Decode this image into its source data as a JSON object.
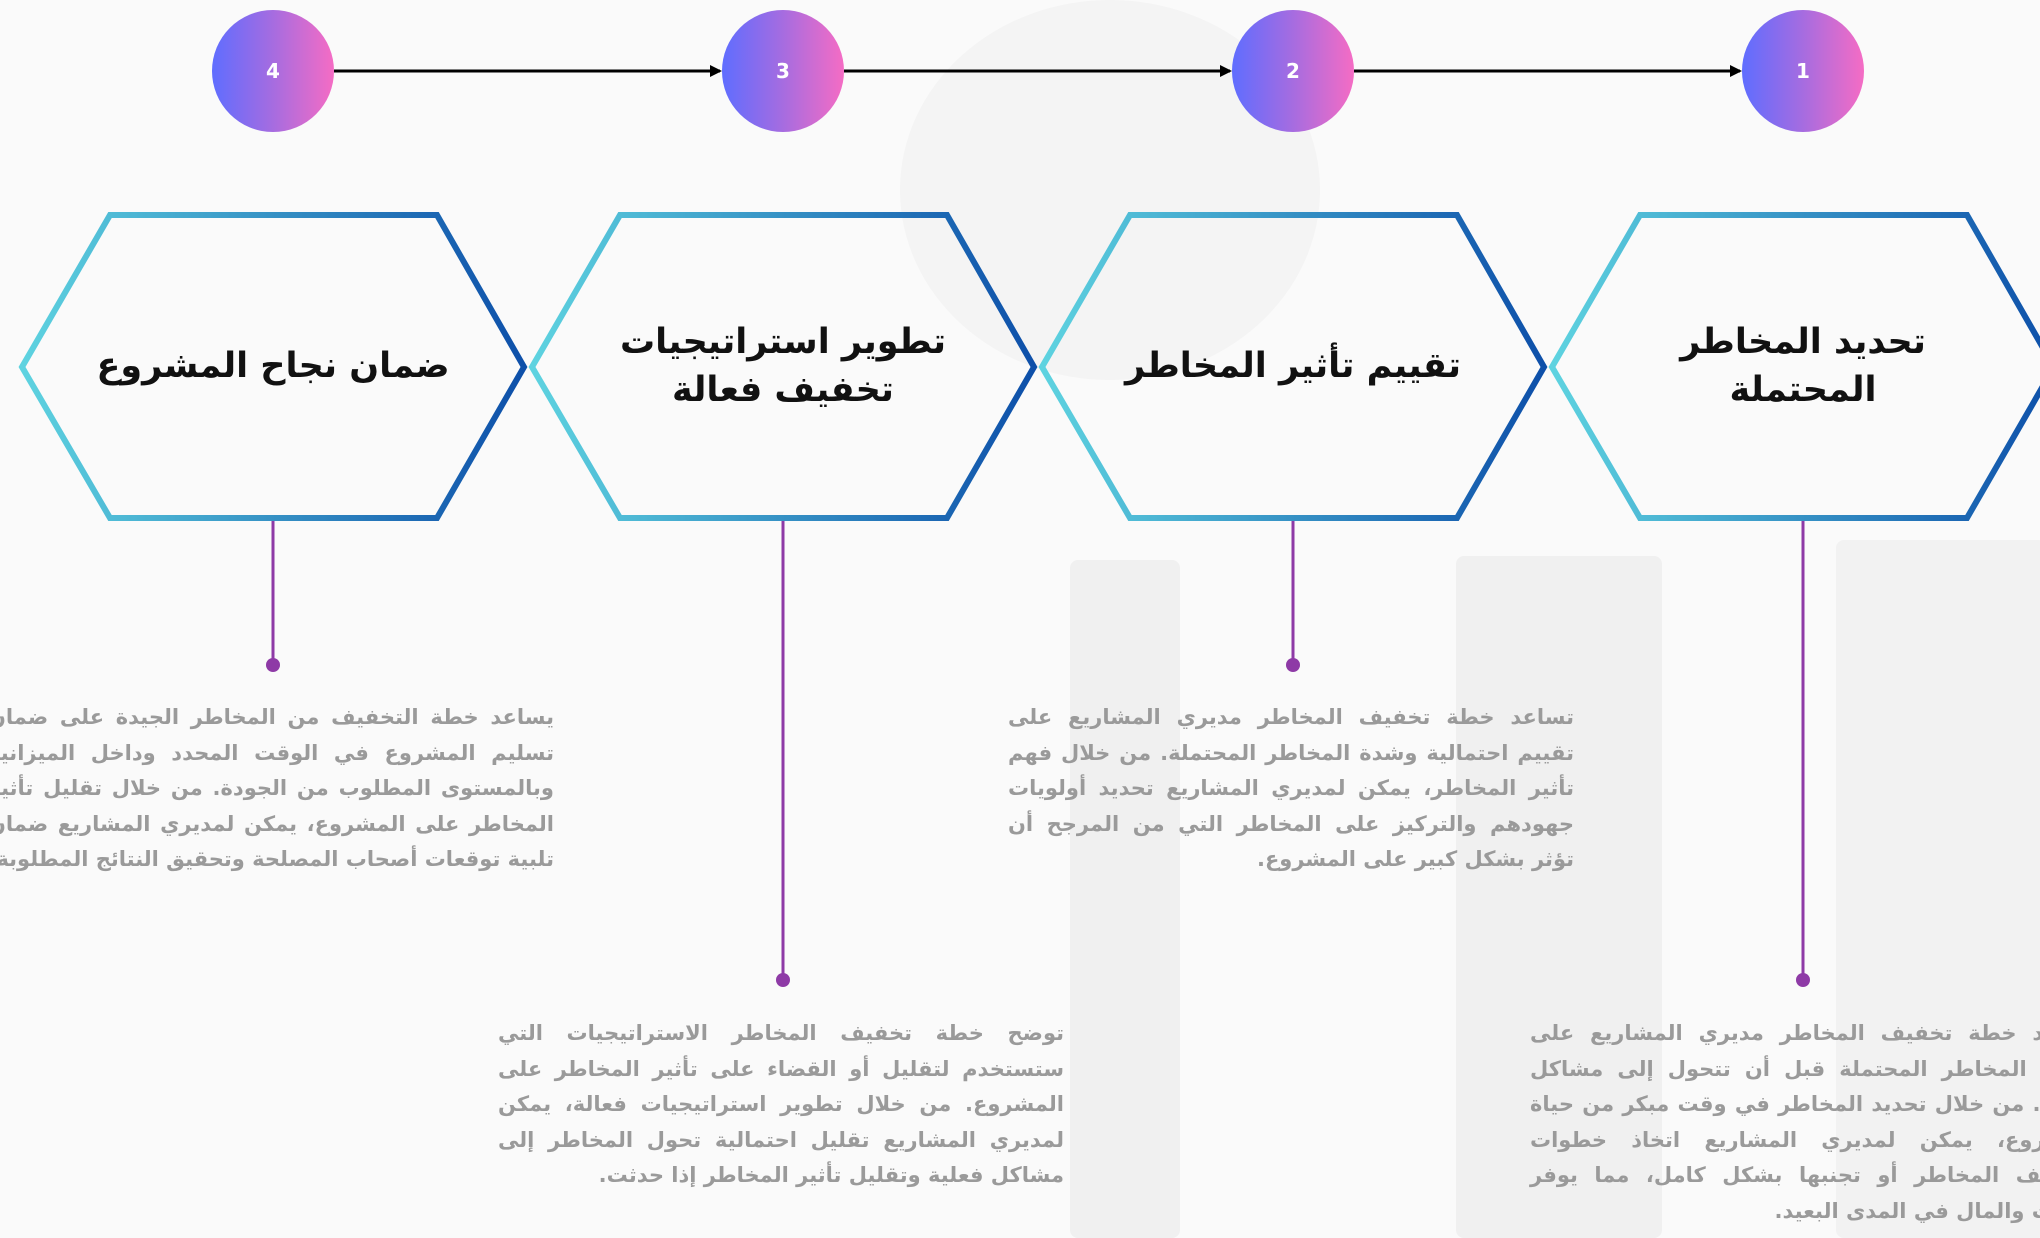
{
  "steps": [
    {
      "number": "1",
      "title": "تحديد المخاطر المحتملة",
      "description": "تساعد خطة تخفيف المخاطر مديري المشاريع على تحديد المخاطر المحتملة قبل أن تتحول إلى مشاكل فعلية. من خلال تحديد المخاطر في وقت مبكر من حياة المشروع، يمكن لمديري المشاريع اتخاذ خطوات لتخفيف المخاطر أو تجنبها بشكل كامل، مما يوفر الوقت والمال في المدى البعيد."
    },
    {
      "number": "2",
      "title": "تقييم تأثير المخاطر",
      "description": "تساعد خطة تخفيف المخاطر مديري المشاريع على تقييم احتمالية وشدة المخاطر المحتملة. من خلال فهم تأثير المخاطر، يمكن لمديري المشاريع تحديد أولويات جهودهم والتركيز على المخاطر التي من المرجح أن تؤثر بشكل كبير على المشروع."
    },
    {
      "number": "3",
      "title": "تطوير استراتيجيات تخفيف فعالة",
      "description": "توضح خطة تخفيف المخاطر الاستراتيجيات التي ستستخدم لتقليل أو القضاء على تأثير المخاطر على المشروع. من خلال تطوير استراتيجيات فعالة، يمكن لمديري المشاريع تقليل احتمالية تحول المخاطر إلى مشاكل فعلية وتقليل تأثير المخاطر إذا حدثت."
    },
    {
      "number": "4",
      "title": "ضمان نجاح المشروع",
      "description": "يساعد خطة التخفيف من المخاطر الجيدة على ضمان تسليم المشروع في الوقت المحدد وداخل الميزانية وبالمستوى المطلوب من الجودة. من خلال تقليل تأثير المخاطر على المشروع، يمكن لمديري المشاريع ضمان تلبية توقعات أصحاب المصلحة وتحقيق النتائج المطلوبة"
    }
  ],
  "colors": {
    "circle_gradient": [
      "#5f6dff",
      "#f56cc4"
    ],
    "hex_gradient": [
      "#5ed3e0",
      "#0d4fa9"
    ],
    "connector": "#8e3aa6",
    "arrow": "#000000",
    "description_text": "#9a9a9a"
  },
  "icons": {
    "arrow": "arrow-right-icon"
  }
}
